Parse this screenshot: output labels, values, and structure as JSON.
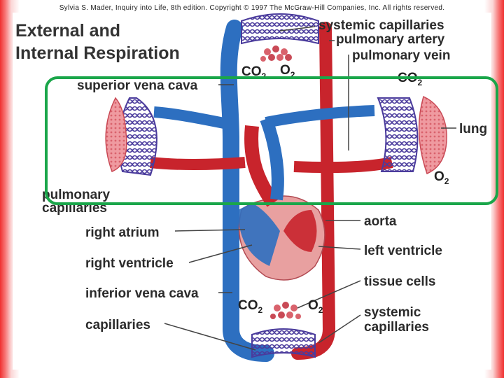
{
  "copyright": "Sylvia S. Mader, Inquiry into Life, 8th edition. Copyright © 1997 The McGraw-Hill Companies, Inc. All rights reserved.",
  "title": {
    "line1": "External and",
    "line2": "Internal Respiration"
  },
  "labels": {
    "systemic_capillaries_top": "systemic capillaries",
    "pulmonary_artery": "pulmonary artery",
    "pulmonary_vein": "pulmonary vein",
    "superior_vena_cava": "superior vena cava",
    "lung": "lung",
    "pulmonary_capillaries_1": "pulmonary",
    "pulmonary_capillaries_2": "capillaries",
    "right_atrium": "right atrium",
    "aorta": "aorta",
    "left_ventricle": "left ventricle",
    "right_ventricle": "right ventricle",
    "tissue_cells": "tissue cells",
    "inferior_vena_cava": "inferior vena cava",
    "systemic_capillaries_bottom_1": "systemic",
    "systemic_capillaries_bottom_2": "capillaries",
    "capillaries": "capillaries"
  },
  "gases": {
    "co2_base": "CO",
    "co2_sub": "2",
    "o2_base": "O",
    "o2_sub": "2"
  },
  "colors": {
    "oxygenated": "#c8242c",
    "deoxygenated": "#2d6fc0",
    "capillary_net": "#4a3b9c",
    "lung_tissue": "#e8838a",
    "heart": "#e8a0a0",
    "highlight": "#1aa64a"
  }
}
